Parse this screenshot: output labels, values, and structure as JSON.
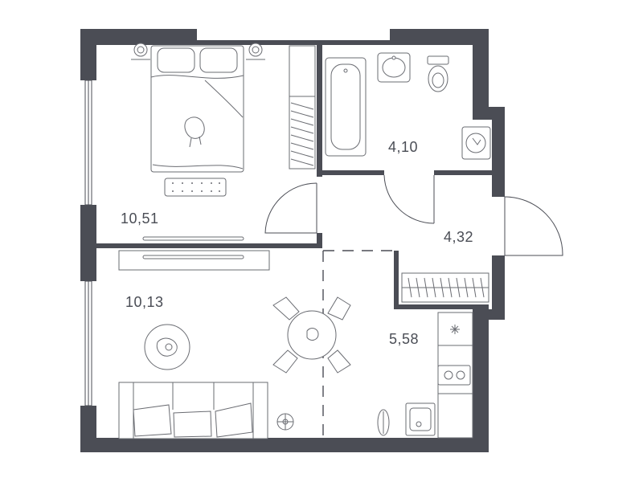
{
  "rooms": {
    "bedroom": {
      "area": "10,51"
    },
    "bathroom": {
      "area": "4,10"
    },
    "hallway": {
      "area": "4,32"
    },
    "living": {
      "area": "10,13"
    },
    "kitchen": {
      "area": "5,58"
    }
  },
  "colors": {
    "wall": "#4b4d55",
    "furniture_line": "#6a6c72",
    "background": "#ffffff"
  }
}
